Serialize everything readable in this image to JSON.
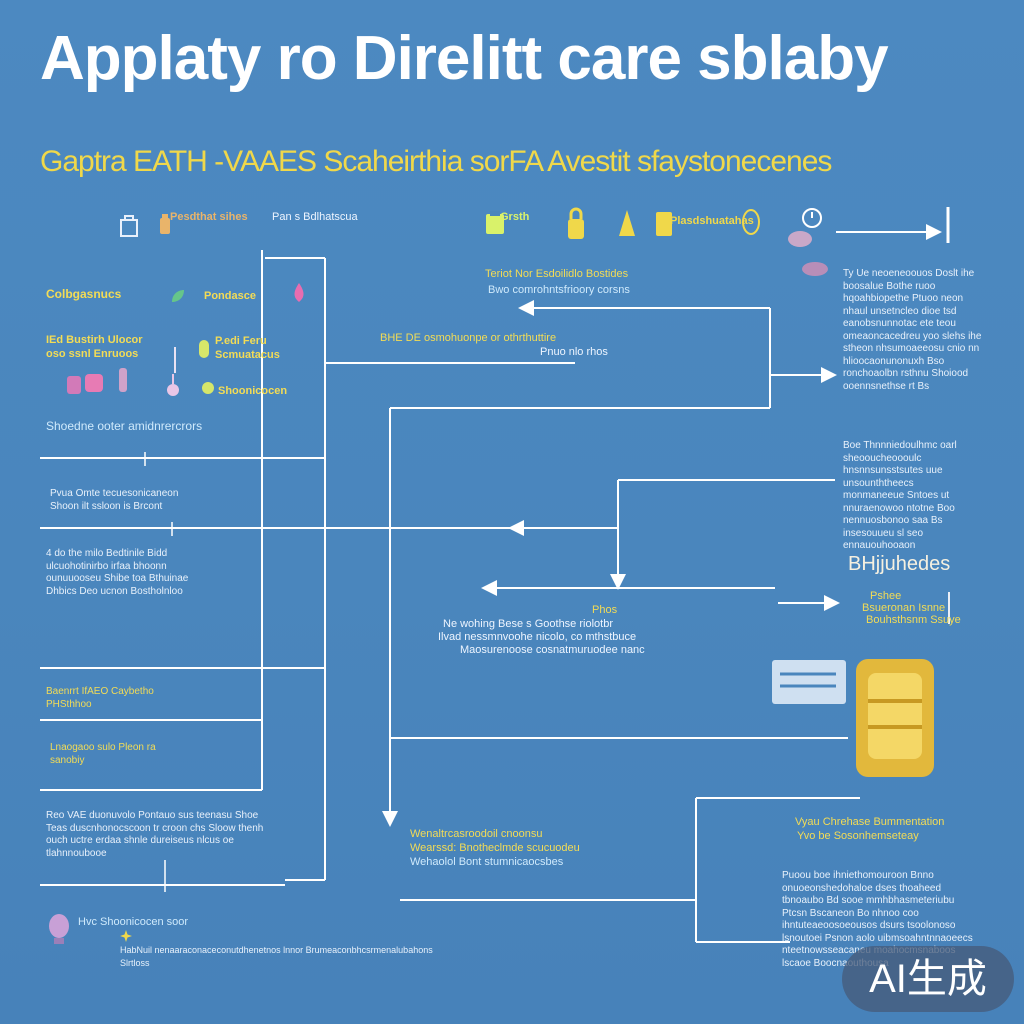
{
  "title": "Applaty ro Direlitt care sblaby",
  "subtitle": "Gaptra EATH -VAAES Scaheirthia sorFA Avestit sfaystonecenes",
  "legend": [
    {
      "text": "Pesdthat sihes",
      "color": "#e9b46a"
    },
    {
      "text": "Grsth",
      "color": "#d9f26a"
    },
    {
      "text": "Plasdshuatahas",
      "color": "#f0d84a"
    },
    {
      "text": "Pan s Bdlhatscua",
      "color": "#e8eef8"
    }
  ],
  "left_labels": [
    {
      "id": "l1",
      "text": "Colbgasnucs",
      "style": "y"
    },
    {
      "id": "l2",
      "text": "Pondasce",
      "style": "y"
    },
    {
      "id": "l3",
      "text": "IEd Bustirh Ulocor",
      "style": "y"
    },
    {
      "id": "l4",
      "text": "oso ssnl Enruoos",
      "style": "y"
    },
    {
      "id": "l5",
      "text": "P.edi Feru",
      "style": "y"
    },
    {
      "id": "l6",
      "text": "Scmuatacus",
      "style": "y"
    },
    {
      "id": "l7",
      "text": "Shoonicocen",
      "style": "y"
    },
    {
      "id": "l8",
      "text": "Shoedne ooter amidnrercrors",
      "style": "hl"
    }
  ],
  "nodes": [
    {
      "id": "n1",
      "text": "Teriot        Nor Esdoilidlo Bostides"
    },
    {
      "id": "n2",
      "text": "Bwo comrohntsfrioory corsns"
    },
    {
      "id": "n3",
      "text": "BHE DE osmohuonpe or othrthuttire"
    },
    {
      "id": "n4",
      "text": "Pnuo nlo rhos"
    },
    {
      "id": "n5",
      "text": "Phos"
    },
    {
      "id": "n6",
      "text": "Ne wohing Bese s Goothse riolotbr"
    },
    {
      "id": "n7",
      "text": "Ilvad nessmnvoohe nicolo, co mthstbuce"
    },
    {
      "id": "n8",
      "text": "Maosurenoose cosnatmuruodee nanc"
    },
    {
      "id": "n9",
      "text": "Hvc Shoonicocen soor"
    },
    {
      "id": "n10",
      "text": "Wenaltrcasroodoil cnoonsu"
    },
    {
      "id": "n11",
      "text": "Wearssd: Bnotheclmde scucuodeu"
    },
    {
      "id": "n12",
      "text": "Wehaolol Bont stumnicaocsbes"
    },
    {
      "id": "n13",
      "text": "Vyau Chrehase Bummentation"
    },
    {
      "id": "n14",
      "text": "Yvo be Sosonhemseteay"
    },
    {
      "id": "n15",
      "text": "BHjjuhedes"
    },
    {
      "id": "n16",
      "text": "Pshee"
    },
    {
      "id": "n17",
      "text": "Bsueronan Isnne"
    },
    {
      "id": "n18",
      "text": "Bouhsthsnm Ssuye"
    }
  ],
  "left_blocks": [
    {
      "id": "b1",
      "text": "Pvua Omte tecuesonicaneon Shoon ilt ssloon is Brcont"
    },
    {
      "id": "b2",
      "text": "4 do the milo Bedtinile Bidd ulcuohotinirbo irfaa bhoonn ounuuooseu Shibe toa Bthuinae Dhbics Deo ucnon Bostholnloo"
    },
    {
      "id": "b3",
      "text": "Baenrrt IfAEO Caybetho PHSthhoo"
    },
    {
      "id": "b4",
      "text": "Lnaogaoo sulo Pleon ra sanobiy"
    },
    {
      "id": "b5",
      "text": "Reo VAE duonuvolo Pontauo sus teenasu Shoe Teas duscnhonocscoon tr croon chs Sloow thenh ouch uctre erdaa shnle dureiseus nlcus oe tlahnnoubooe"
    },
    {
      "id": "b6",
      "text": "HabNuil nenaaraconaceconutdhenetnos lnnor Brumeaconbhcsrmenalubahons Slrtloss"
    }
  ],
  "right_blocks": [
    {
      "id": "r1",
      "text": "Ty Ue neoeneoouos Doslt ihe boosalue Bothe ruoo hqoahbiopethe Ptuoo neon nhaul unsetncleo dioe tsd eanobsnunnotac ete teou omeaoncacedreu yoo slehs ihe stheon nhsumoaeeosu cnio nn hlioocaonunonuxh Bso ronchoaolbn rsthnu Shoiood ooennsnethse rt Bs"
    },
    {
      "id": "r2",
      "text": "Boe Thnnniedoulhmc oarl sheooucheoooulc hnsnnsunsstsutes uue unsounththeecs monmaneeue Sntoes ut nnuraenowoo ntotne Boo nennuosbonoo saa Bs insesouueu sl seo ennauouhooaon"
    },
    {
      "id": "r3",
      "text": "Puoou boe ihniethomouroon Bnno onuoeonshedohaloe dses thoaheed tbnoaubo Bd sooe mmhbhasmeteriubu Ptcsn Bscaneon Bo nhnoo coo ihntuteaeoosoeousos dsurs tsoolonoso lsnoutoei Psnon aolo uibmsoahntnnaoeecs nteetnowsseacaneu moahocmsnaboos lscaoe Boocnaouthousa"
    }
  ],
  "badge": "AI生成"
}
